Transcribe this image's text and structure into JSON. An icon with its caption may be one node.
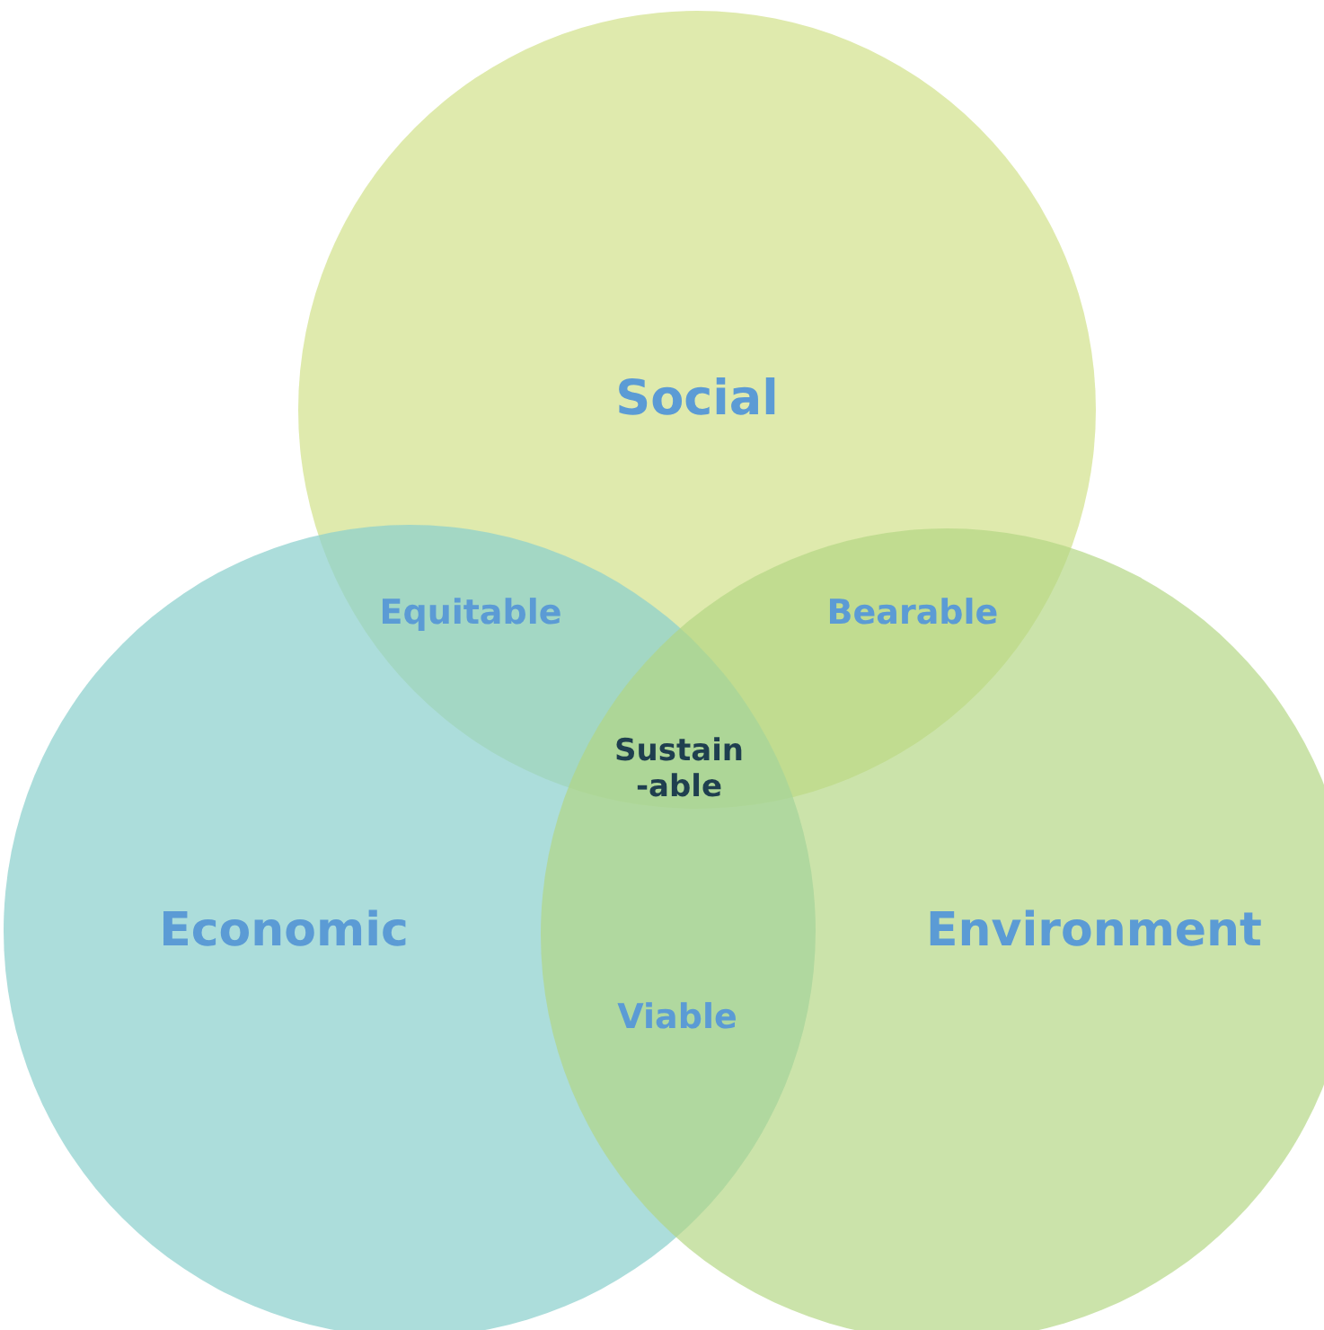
{
  "diagram": {
    "nodes": [
      {
        "text": [
          "Social"
        ]
      },
      {
        "text": [
          "Economic"
        ]
      },
      {
        "text": [
          "Environment"
        ]
      }
    ],
    "labels": [
      "Equitable",
      "Bearable",
      "Sustain -able",
      "Viable"
    ]
  }
}
